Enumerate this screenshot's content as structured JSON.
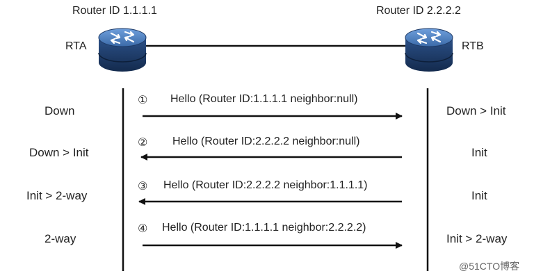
{
  "routers": {
    "rta": {
      "id_label": "Router ID 1.1.1.1",
      "name": "RTA"
    },
    "rtb": {
      "id_label": "Router ID 2.2.2.2",
      "name": "RTB"
    }
  },
  "steps": [
    {
      "num": "①",
      "message": "Hello (Router ID:1.1.1.1  neighbor:null)",
      "direction": "rta-to-rtb",
      "rta_state": "Down",
      "rtb_state": "Down > Init"
    },
    {
      "num": "②",
      "message": "Hello (Router ID:2.2.2.2 neighbor:null)",
      "direction": "rtb-to-rta",
      "rta_state": "Down > Init",
      "rtb_state": "Init"
    },
    {
      "num": "③",
      "message": "Hello (Router ID:2.2.2.2 neighbor:1.1.1.1)",
      "direction": "rtb-to-rta",
      "rta_state": "Init > 2-way",
      "rtb_state": "Init"
    },
    {
      "num": "④",
      "message": "Hello (Router ID:1.1.1.1  neighbor:2.2.2.2)",
      "direction": "rta-to-rtb",
      "rta_state": "2-way",
      "rtb_state": "Init >  2-way"
    }
  ],
  "watermark": "@51CTO博客",
  "colors": {
    "router_dark": "#1e3a66",
    "router_mid": "#3d6fb0",
    "router_top": "#5b8fd0",
    "line": "#111111"
  }
}
